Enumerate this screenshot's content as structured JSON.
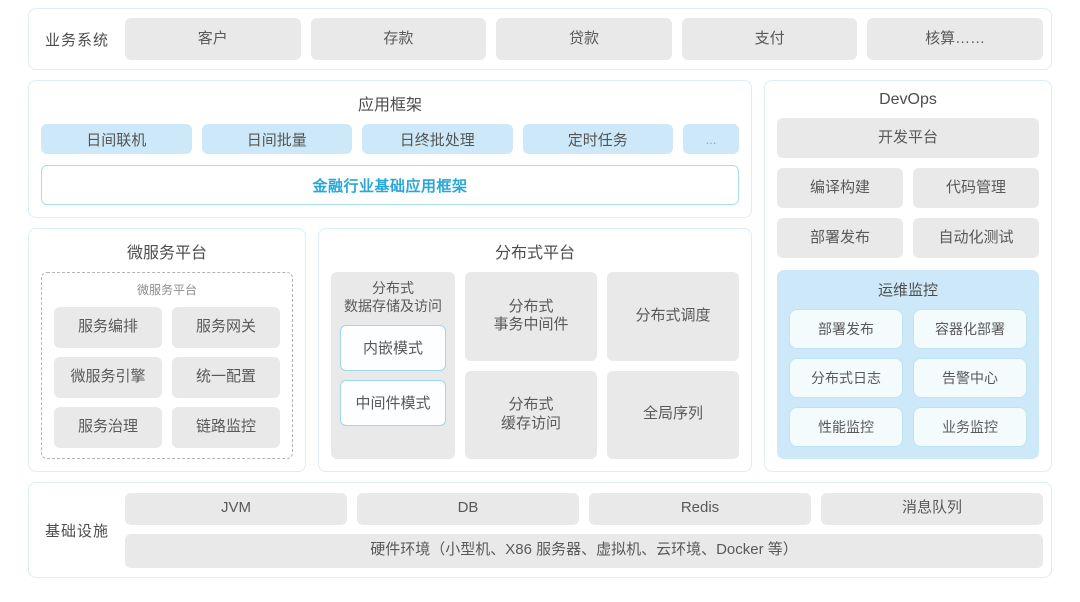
{
  "business_band": {
    "label": "业务系统",
    "items": [
      "客户",
      "存款",
      "贷款",
      "支付",
      "核算……"
    ]
  },
  "app_framework": {
    "title": "应用框架",
    "items": [
      "日间联机",
      "日间批量",
      "日终批处理",
      "定时任务",
      "..."
    ],
    "base_bar": "金融行业基础应用框架"
  },
  "micro_service": {
    "title": "微服务平台",
    "inner_title": "微服务平台",
    "items": [
      "服务编排",
      "服务网关",
      "微服务引擎",
      "统一配置",
      "服务治理",
      "链路监控"
    ]
  },
  "distributed": {
    "title": "分布式平台",
    "left_column": {
      "title": "分布式\n数据存储及访问",
      "title_line1": "分布式",
      "title_line2": "数据存储及访问",
      "modes": [
        "内嵌模式",
        "中间件模式"
      ]
    },
    "grid": [
      {
        "line1": "分布式",
        "line2": "事务中间件"
      },
      {
        "line1": "分布式调度",
        "line2": ""
      },
      {
        "line1": "分布式",
        "line2": "缓存访问"
      },
      {
        "line1": "全局序列",
        "line2": ""
      }
    ]
  },
  "devops": {
    "title": "DevOps",
    "platform": "开发平台",
    "items": [
      "编译构建",
      "代码管理",
      "部署发布",
      "自动化测试"
    ],
    "ops_monitor": {
      "title": "运维监控",
      "items": [
        "部署发布",
        "容器化部署",
        "分布式日志",
        "告警中心",
        "性能监控",
        "业务监控"
      ]
    }
  },
  "infrastructure": {
    "label": "基础设施",
    "items": [
      "JVM",
      "DB",
      "Redis",
      "消息队列"
    ],
    "hardware": "硬件环境（小型机、X86 服务器、虚拟机、云环境、Docker 等）"
  },
  "colors": {
    "accent_cyan": "#29a8d8",
    "light_blue_fill": "#cde9f9",
    "gray_fill": "#e9e9e9",
    "border_cyan": "#dbeef7",
    "text": "#595959"
  }
}
